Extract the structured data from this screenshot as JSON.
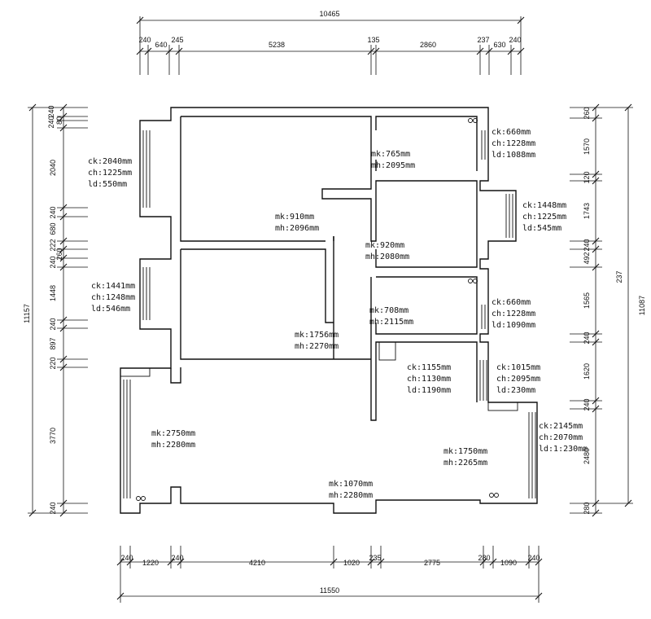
{
  "top_dims": {
    "total": "10465",
    "segments": [
      "240",
      "640",
      "245",
      "5238",
      "135",
      "2860",
      "237",
      "630",
      "240"
    ]
  },
  "bottom_dims": {
    "total": "11550",
    "segments": [
      "240",
      "1220",
      "240",
      "4210",
      "1020",
      "235",
      "2775",
      "280",
      "1090",
      "240"
    ]
  },
  "left_dims": {
    "total": "11157",
    "segments": [
      "240",
      "240",
      "80",
      "2040",
      "240",
      "680",
      "222",
      "260",
      "240",
      "1448",
      "240",
      "897",
      "220",
      "3770",
      "240"
    ]
  },
  "right_dims": {
    "total": "11087",
    "inner_total": "237",
    "segments": [
      "260",
      "1570",
      "120",
      "1743",
      "240",
      "492",
      "1565",
      "240",
      "1620",
      "240",
      "2480",
      "280"
    ]
  },
  "annotations": [
    {
      "id": "win-left-1",
      "lines": [
        "ck:2040mm",
        "ch:1225mm",
        "ld:550mm"
      ]
    },
    {
      "id": "win-left-2",
      "lines": [
        "ck:1441mm",
        "ch:1248mm",
        "ld:546mm"
      ]
    },
    {
      "id": "door-1",
      "lines": [
        "mk:765mm",
        "mh:2095mm"
      ]
    },
    {
      "id": "door-2",
      "lines": [
        "mk:910mm",
        "mh:2096mm"
      ]
    },
    {
      "id": "door-3",
      "lines": [
        "mk:920mm",
        "mh:2080mm"
      ]
    },
    {
      "id": "door-4",
      "lines": [
        "mk:708mm",
        "mh:2115mm"
      ]
    },
    {
      "id": "door-5",
      "lines": [
        "mk:1756mm",
        "mh:2270mm"
      ]
    },
    {
      "id": "win-right-1",
      "lines": [
        "ck:660mm",
        "ch:1228mm",
        "ld:1088mm"
      ]
    },
    {
      "id": "win-right-2",
      "lines": [
        "ck:1448mm",
        "ch:1225mm",
        "ld:545mm"
      ]
    },
    {
      "id": "win-right-3",
      "lines": [
        "ck:660mm",
        "ch:1228mm",
        "ld:1090mm"
      ]
    },
    {
      "id": "win-mid",
      "lines": [
        "ck:1155mm",
        "ch:1130mm",
        "ld:1190mm"
      ]
    },
    {
      "id": "win-right-4",
      "lines": [
        "ck:1015mm",
        "ch:2095mm",
        "ld:230mm"
      ]
    },
    {
      "id": "win-right-5",
      "lines": [
        "ck:2145mm",
        "ch:2070mm",
        "ld:1:230mm"
      ]
    },
    {
      "id": "door-6",
      "lines": [
        "mk:2750mm",
        "mh:2280mm"
      ]
    },
    {
      "id": "door-7",
      "lines": [
        "mk:1750mm",
        "mh:2265mm"
      ]
    },
    {
      "id": "door-8",
      "lines": [
        "mk:1070mm",
        "mh:2280mm"
      ]
    }
  ]
}
